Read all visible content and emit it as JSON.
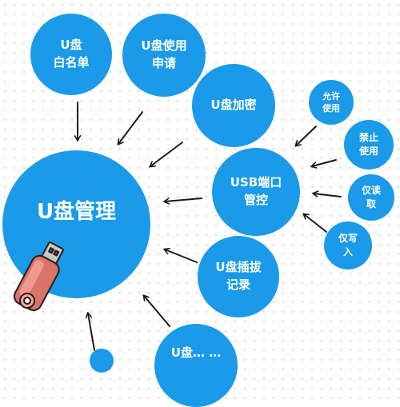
{
  "nodes": {
    "main": {
      "line1": "U盘管理"
    },
    "whitelist": {
      "line1": "U盘",
      "line2": "白名单"
    },
    "request": {
      "line1": "U盘使用",
      "line2": "申请"
    },
    "encrypt": {
      "line1": "U盘加密"
    },
    "usb_port": {
      "line1": "USB端口",
      "line2": "管控"
    },
    "plug_log": {
      "line1": "U盘插拔",
      "line2": "记录"
    },
    "allow": {
      "line1": "允许",
      "line2": "使用"
    },
    "forbid": {
      "line1": "禁止",
      "line2": "使用"
    },
    "readonly": {
      "line1": "仅读",
      "line2": "取"
    },
    "writeonly": {
      "line1": "仅写",
      "line2": "入"
    },
    "bottom_partial": {
      "line1": "U盘… …"
    }
  },
  "colors": {
    "bubble": "#1a9ae8",
    "arrow": "#1a1a1a",
    "drive": "#d9746a"
  }
}
